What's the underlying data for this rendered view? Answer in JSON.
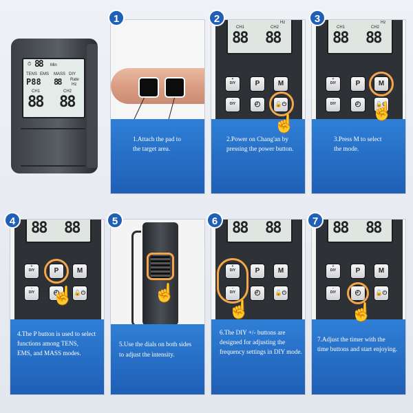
{
  "device": {
    "screen_top": {
      "big_digits": "88",
      "unit_label": "Min",
      "mode_labels": [
        "TENS",
        "EMS",
        "MASS",
        "DIY"
      ]
    },
    "screen_mid": {
      "p_digits": "P88",
      "hz_digits": "88",
      "rate_label": "Rate",
      "hz_label": "Hz"
    },
    "channels": {
      "ch1_label": "CH1",
      "ch2_label": "CH2",
      "ch1_value": "88",
      "ch2_value": "88"
    }
  },
  "steps": [
    {
      "number": "1",
      "lines": [
        "1.Attach the pad to",
        "the target area."
      ]
    },
    {
      "number": "2",
      "lines": [
        "2.Power on Chang'an by",
        "pressing the power button."
      ]
    },
    {
      "number": "3",
      "lines": [
        "3.Press M to select",
        "the mode."
      ]
    },
    {
      "number": "4",
      "lines": [
        "4.The P button is used to select",
        "functions among TENS,",
        "EMS, and MASS modes."
      ]
    },
    {
      "number": "5",
      "lines": [
        "5.Use the dials on both sides",
        "to adjust the intensity."
      ]
    },
    {
      "number": "6",
      "lines": [
        "6.The DIY +/- buttons are",
        "designed for adjusting the",
        "frequency settings in DIY mode."
      ]
    },
    {
      "number": "7",
      "lines": [
        "7.Adjust the timer with the",
        "time buttons and start enjoying."
      ]
    }
  ],
  "keys": {
    "plus": "+",
    "minus": "-",
    "diy": "DIY",
    "p": "P",
    "m": "M",
    "power": "🔓⏻",
    "timer": "◴"
  },
  "colors": {
    "accent": "#1f5fb6",
    "highlight": "#f4a64a",
    "device": "#2e3236"
  }
}
